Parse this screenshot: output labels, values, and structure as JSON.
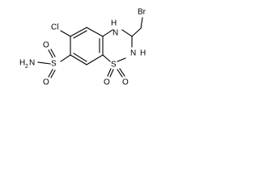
{
  "molecule": {
    "atoms": {
      "br": "Br",
      "nh_top": "H",
      "n_top": "N",
      "cl": "Cl",
      "nh_right": "H",
      "n_right": "N",
      "s_ring": "S",
      "o_ring_left": "O",
      "o_ring_right": "O",
      "s_sulfonamide": "S",
      "nh2_n": "H",
      "nh2_sub": "2",
      "nh2_h": "N",
      "o_sulf_top": "O",
      "o_sulf_bottom": "O"
    }
  }
}
